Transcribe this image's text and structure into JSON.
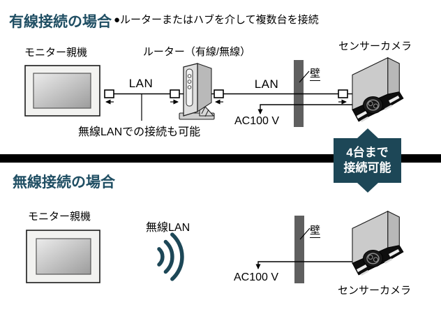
{
  "colors": {
    "accent_title": "#1f4e63",
    "accent_badge": "#1d4757",
    "wall_gray": "#5f5f5f",
    "line_black": "#000000"
  },
  "wired": {
    "title": "有線接続の場合",
    "note": "●ルーターまたはハブを介して複数台を接続",
    "monitor_label": "モニター親機",
    "router_label": "ルーター（有線/無線）",
    "camera_label": "センサーカメラ",
    "lan_left_label": "LAN",
    "lan_right_label": "LAN",
    "wall_label": "壁",
    "power_label": "AC100 V",
    "wireless_option_note": "無線LANでの接続も可能",
    "badge_line1": "4台まで",
    "badge_line2": "接続可能"
  },
  "wireless": {
    "title": "無線接続の場合",
    "monitor_label": "モニター親機",
    "wireless_lan_label": "無線LAN",
    "wall_label": "壁",
    "power_label": "AC100 V",
    "camera_label": "センサーカメラ"
  }
}
